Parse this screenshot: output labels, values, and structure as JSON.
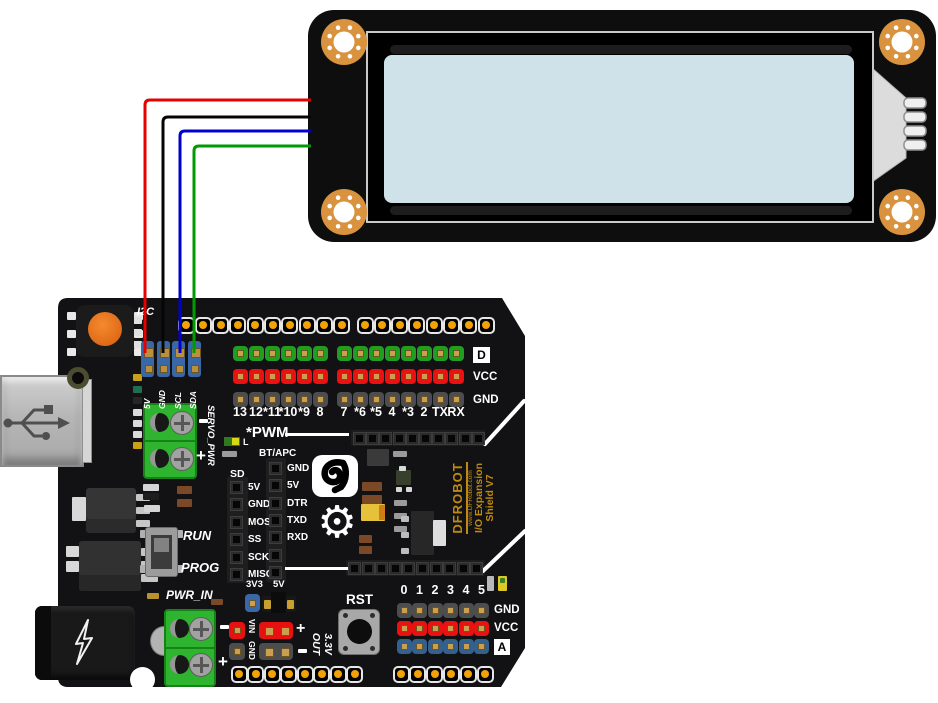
{
  "lcd": {
    "screen_color": "#cfe2ea"
  },
  "wires": [
    {
      "signal": "5V",
      "color": "#e60000"
    },
    {
      "signal": "GND",
      "color": "#050505"
    },
    {
      "signal": "SCL",
      "color": "#0000cc"
    },
    {
      "signal": "SDA",
      "color": "#009b00"
    }
  ],
  "shield": {
    "i2c_label": "I2C",
    "i2c_pins": [
      "5V",
      "GND",
      "SCL",
      "SDA"
    ],
    "digital_pins": [
      "13",
      "12",
      "*11",
      "*10",
      "*9",
      "8",
      "7",
      "*6",
      "*5",
      "4",
      "*3",
      "2",
      "TX",
      "RX"
    ],
    "bus_d": "D",
    "bus_vcc": "VCC",
    "bus_gnd": "GND",
    "pwm_label": "*PWM",
    "led_label": "L",
    "btapc_label": "BT/APC",
    "sd_label": "SD",
    "sd_pins": [
      "5V",
      "GND",
      "MOSI",
      "SS",
      "SCK",
      "MISO"
    ],
    "btapc_pins": [
      "GND",
      "5V",
      "DTR",
      "TXD",
      "RXD"
    ],
    "servo_label": "SERVO_PWR",
    "run_label": "RUN",
    "prog_label": "PROG",
    "pwr_in_label": "PWR_IN",
    "jumper_3v3": "3V3",
    "jumper_5v": "5V",
    "vin_label": "VIN",
    "gnd_label": "GND",
    "out_3v3": "3.3V",
    "out_label": "OUT",
    "rst_label": "RST",
    "plus": "+",
    "analog_pins": [
      "0",
      "1",
      "2",
      "3",
      "4",
      "5"
    ],
    "abus_gnd": "GND",
    "abus_vcc": "VCC",
    "abus_a": "A",
    "brand_name": "DFROBOT",
    "brand_url": "www.DFRobot.com",
    "brand_line1": "I/O Expansion",
    "brand_line2": "Shield V7"
  }
}
